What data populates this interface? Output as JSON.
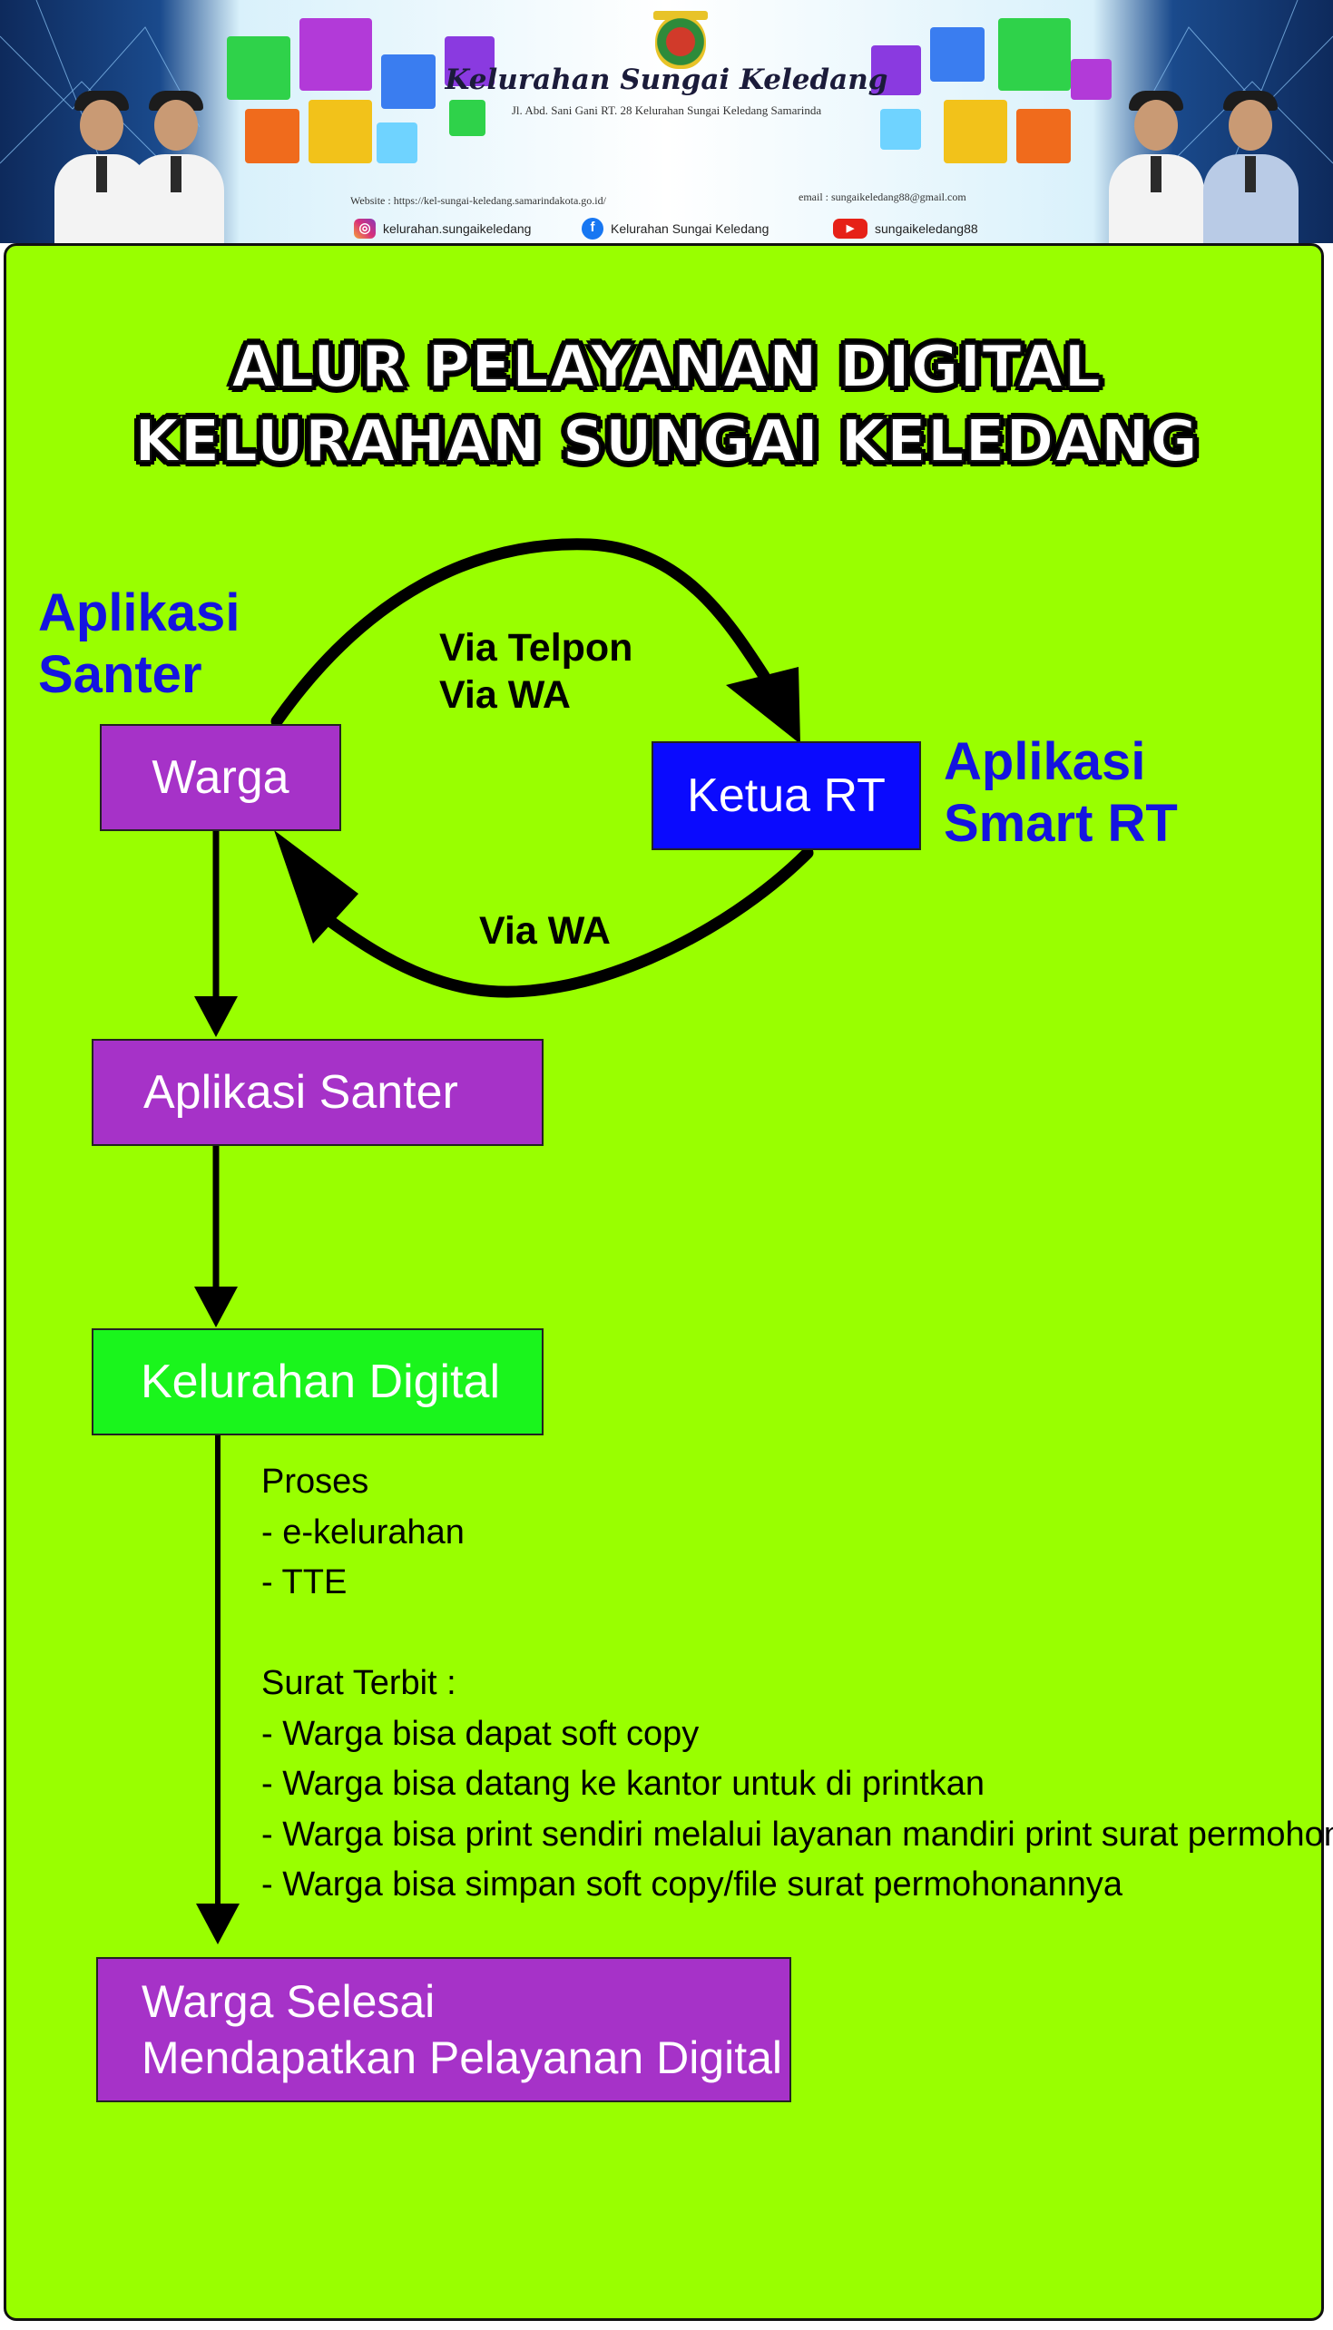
{
  "header": {
    "title": "Kelurahan Sungai Keledang",
    "address": "Jl. Abd. Sani Gani RT. 28 Kelurahan Sungai Keledang Samarinda",
    "website": "Website : https://kel-sungai-keledang.samarindakota.go.id/",
    "email": "email : sungaikeledang88@gmail.com",
    "instagram": "kelurahan.sungaikeledang",
    "facebook": "Kelurahan Sungai Keledang",
    "youtube": "sungaikeledang88"
  },
  "main": {
    "title_line1": "ALUR PELAYANAN DIGITAL",
    "title_line2": "KELURAHAN SUNGAI KELEDANG"
  },
  "flow": {
    "warga_app_line1": "Aplikasi",
    "warga_app_line2": "Santer",
    "warga": "Warga",
    "ketua_rt": "Ketua RT",
    "rt_app_line1": "Aplikasi",
    "rt_app_line2": "Smart RT",
    "via_telpon": "Via Telpon",
    "via_wa_top": "Via WA",
    "via_wa_bottom": "Via WA",
    "aplikasi_santer": "Aplikasi Santer",
    "kelurahan_digital": "Kelurahan Digital",
    "process_notes": [
      "Proses",
      "- e-kelurahan",
      "- TTE",
      "",
      "Surat Terbit :",
      "- Warga bisa dapat soft copy",
      "- Warga bisa datang ke kantor untuk di printkan",
      "- Warga bisa print sendiri melalui layanan mandiri print surat permohonan",
      "- Warga bisa simpan soft copy/file surat permohonannya"
    ],
    "finish_line1": "Warga Selesai",
    "finish_line2": "Mendapatkan Pelayanan Digital"
  },
  "colors": {
    "panel_background": "#99ff00",
    "box_purple": "#a632c8",
    "box_blue": "#0a0afe",
    "box_green": "#1af51c",
    "app_label_blue": "#1414e0"
  },
  "icons": [
    "instagram-icon",
    "facebook-icon",
    "youtube-icon",
    "emblem-icon"
  ]
}
